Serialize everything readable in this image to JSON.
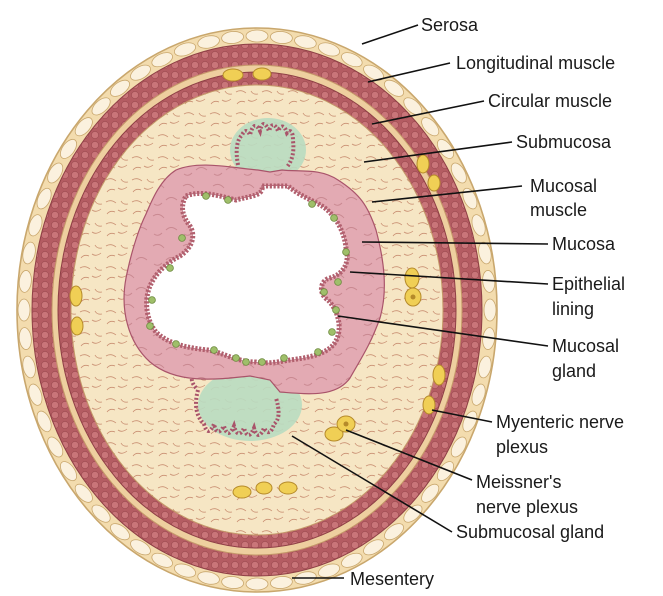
{
  "labels": {
    "serosa": "Serosa",
    "longitudinal_muscle": "Longitudinal muscle",
    "circular_muscle": "Circular muscle",
    "submucosa": "Submucosa",
    "mucosal_muscle": [
      "Mucosal",
      "muscle"
    ],
    "mucosa": "Mucosa",
    "epithelial_lining": [
      "Epithelial",
      "lining"
    ],
    "mucosal_gland": [
      "Mucosal",
      "gland"
    ],
    "myenteric_nerve_plexus": [
      "Myenteric nerve",
      "plexus"
    ],
    "meissners_nerve_plexus": [
      "Meissner's",
      "nerve plexus"
    ],
    "submucosal_gland": "Submucosal gland",
    "mesentery": "Mesentery"
  },
  "colors": {
    "serosa": "#f3dcae",
    "serosa_cells": "#fbf1de",
    "muscle_dark": "#b45c62",
    "muscle_inner": "#c97c7e",
    "submucosa": "#f6e6c4",
    "mucosa": "#e3aab3",
    "gland": "#b9dbc1",
    "nerve": "#f0cf55",
    "lumen": "#ffffff"
  }
}
